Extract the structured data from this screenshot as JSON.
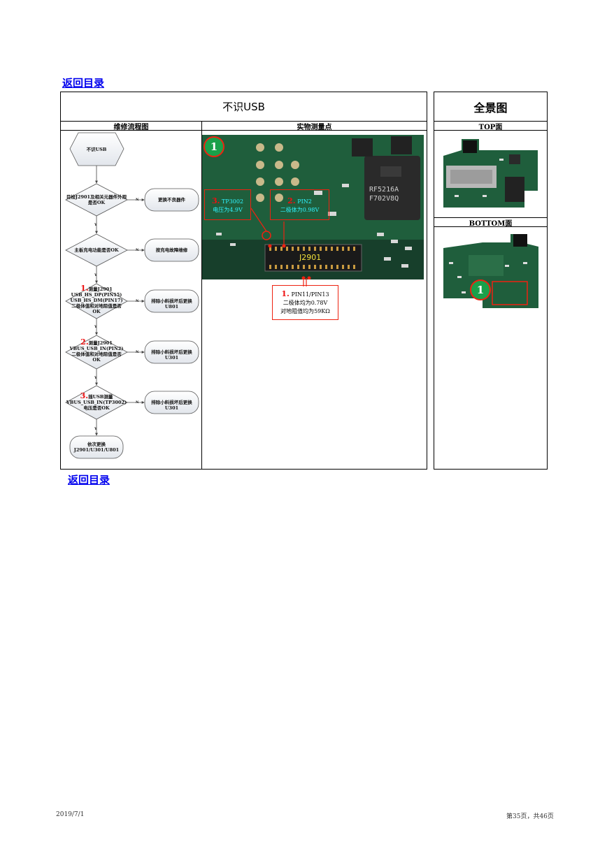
{
  "nav": {
    "back_label_top": "返回目录",
    "back_label_bottom": "返回目录"
  },
  "title": "不识USB",
  "panorama_title": "全景图",
  "columns": {
    "flow": "维修流程图",
    "measure": "实物测量点",
    "top": "TOP面",
    "bottom": "BOTTOM面"
  },
  "flow": {
    "start": "不识USB",
    "step1": "目检J2901及相关元器件外观是否OK",
    "step1_action": "更换不良器件",
    "step2": "主板充电功能是否OK",
    "step2_action": "按充电故障维修",
    "step3_num": "1.",
    "step3": "测量J2901 USB_HS_DP(PIN15) USB_HS_DM(PIN17) 二极体值和对地阻值是否OK",
    "step3_line1": "测量J2901",
    "step3_line2": "USB_HS_DP(PIN15)",
    "step3_line3": "USB_HS_DM(PIN17)",
    "step3_line4": "二极体值和对地阻值是否",
    "step3_line5": "OK",
    "step3_action": "排除小料损坏后更换U801",
    "step4_num": "2.",
    "step4_line1": "测量J2901",
    "step4_line2": "VBUS_USB_IN(PIN2)",
    "step4_line3": "二极体值和对地阻值是否",
    "step4_line4": "OK",
    "step4_action": "排除小料损坏后更换U301",
    "step5_num": "3.",
    "step5_line1": "插USB测量",
    "step5_line2": "VBUS_USB_IN(TP3002)",
    "step5_line3": "电压是否OK",
    "step5_action": "排除小料损坏后更换U301",
    "end_line1": "依次更换",
    "end_line2": "J2901/U301/U801",
    "yes": "Y",
    "no": "N"
  },
  "photo": {
    "marker": "1",
    "chip_line1": "RF5216A",
    "chip_line2": "F702V8Q",
    "connector": "J2901",
    "callout_tp_num": "3.",
    "callout_tp_title": "TP3002",
    "callout_tp_value": "电压为4.9V",
    "callout_pin2_num": "2.",
    "callout_pin2_title": "PIN2",
    "callout_pin2_value": "二极体为0.98V",
    "callout_pin_num": "1.",
    "callout_pin_title": "PIN11/PIN13",
    "callout_pin_value1": "二极体均为0.78V",
    "callout_pin_value2": "对地阻值均为59KΩ"
  },
  "bottom_marker": "1",
  "footer": {
    "date": "2019/7/1",
    "page": "第35页，共46页"
  },
  "colors": {
    "board": "#1f5e3c",
    "highlight": "#e21111",
    "callout_text": "#2ef4ff",
    "link": "#0000ee"
  }
}
